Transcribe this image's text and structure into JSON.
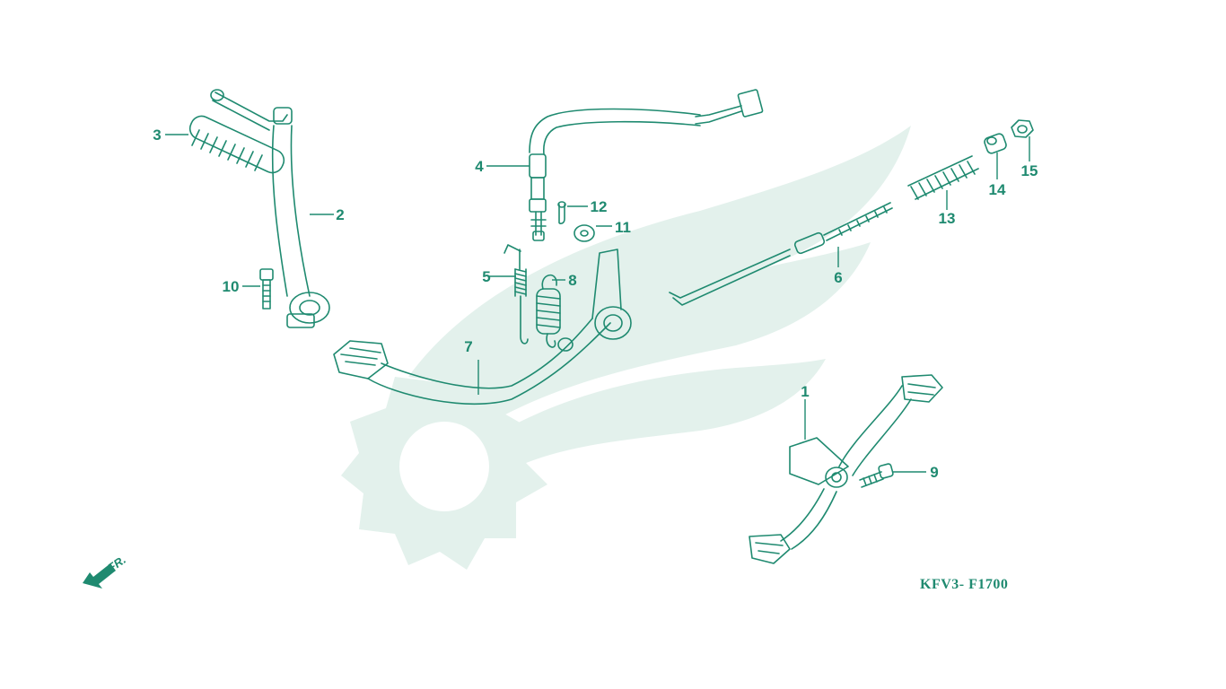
{
  "colors": {
    "line": "#1f8a70",
    "watermark": "#e3f1ec",
    "background": "#ffffff"
  },
  "diagram": {
    "diagram_code": "KFV3- F1700",
    "direction_label": "FR.",
    "callouts": {
      "c1": "1",
      "c2": "2",
      "c3": "3",
      "c4": "4",
      "c5": "5",
      "c6": "6",
      "c7": "7",
      "c8": "8",
      "c9": "9",
      "c10": "10",
      "c11": "11",
      "c12": "12",
      "c13": "13",
      "c14": "14",
      "c15": "15"
    }
  }
}
